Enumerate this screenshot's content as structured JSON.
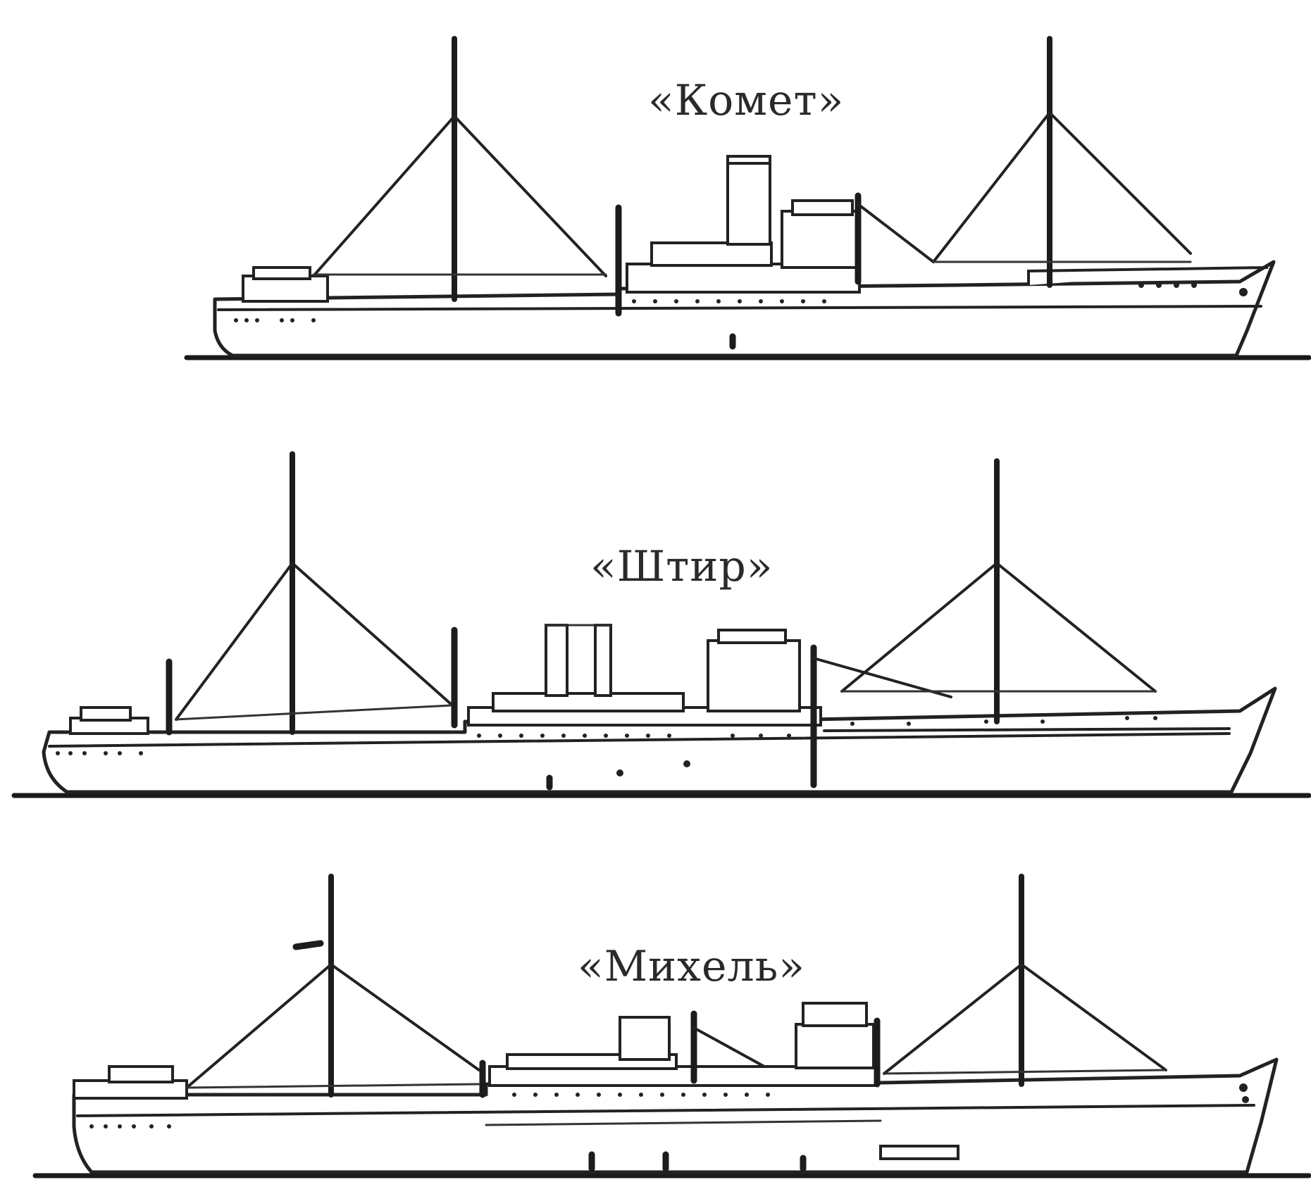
{
  "ships": [
    {
      "id": "komet",
      "name": "«Комет»"
    },
    {
      "id": "shtir",
      "name": "«Штир»"
    },
    {
      "id": "mikhel",
      "name": "«Михель»"
    }
  ]
}
